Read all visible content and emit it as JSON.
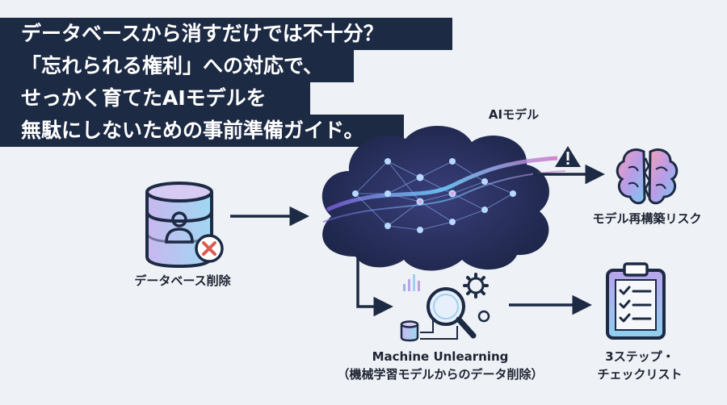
{
  "title": {
    "lines": [
      "データベースから消すだけでは不十分？",
      "「忘れられる権利」への対応で、",
      "せっかく育てたAIモデルを",
      "無駄にしないための事前準備ガイド。"
    ]
  },
  "nodes": {
    "database_delete": "データベース削除",
    "ai_model": "AIモデル",
    "rebuild_risk": "モデル再構築リスク",
    "unlearning_title": "Machine Unlearning",
    "unlearning_subtitle": "（機械学習モデルからのデータ削除）",
    "checklist_line1": "3ステップ・",
    "checklist_line2": "チェックリスト"
  },
  "icons": [
    "database-icon",
    "user-icon",
    "delete-x-icon",
    "cloud-network-icon",
    "warning-icon",
    "brain-icon",
    "magnifier-icon",
    "gear-icon",
    "bar-chart-icon",
    "clipboard-checklist-icon"
  ],
  "colors": {
    "title_bg": "#1d2a44",
    "background": "#eef1f5",
    "arrow": "#1d2a44",
    "delete_red": "#e05a4f",
    "cloud_dark": "#1f2a4f",
    "accent_purple": "#a58be0",
    "accent_cyan": "#6fd3ff"
  }
}
